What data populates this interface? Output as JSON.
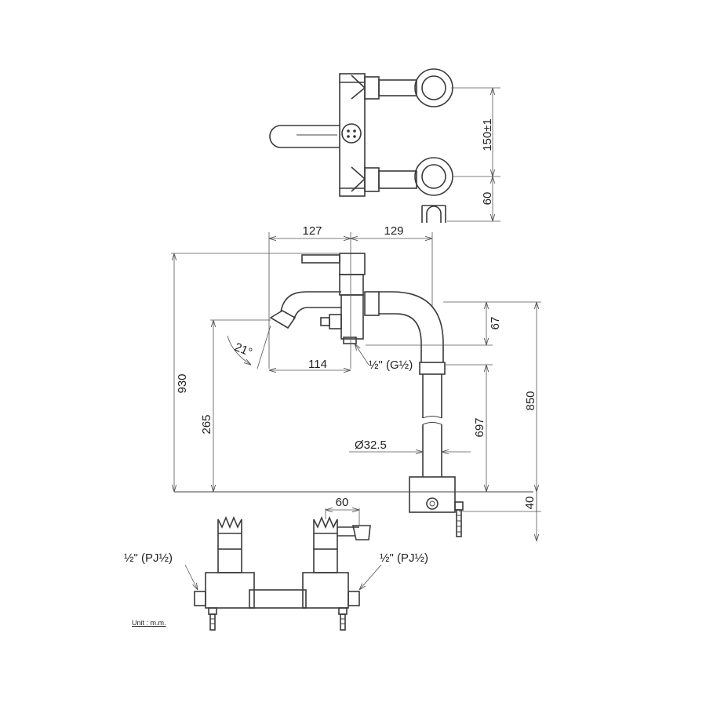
{
  "dimensions": {
    "top_width_left": "127",
    "top_width_right": "129",
    "overall_height": "930",
    "spout_height": "265",
    "spout_angle": "21°",
    "spout_reach": "114",
    "elbow_drop": "67",
    "riser_height": "850",
    "pipe_length": "697",
    "pipe_diameter": "Ø32.5",
    "base_height": "40",
    "plan_spacing": "150±1",
    "plan_offset": "60",
    "front_offset": "60"
  },
  "threads": {
    "outlet_frac": "½\"",
    "outlet_spec": "(G½)",
    "inlet_left_frac": "½\"",
    "inlet_left_spec": "(PJ½)",
    "inlet_right_frac": "½\"",
    "inlet_right_spec": "(PJ½)"
  },
  "unit_note": "Unit : m.m."
}
